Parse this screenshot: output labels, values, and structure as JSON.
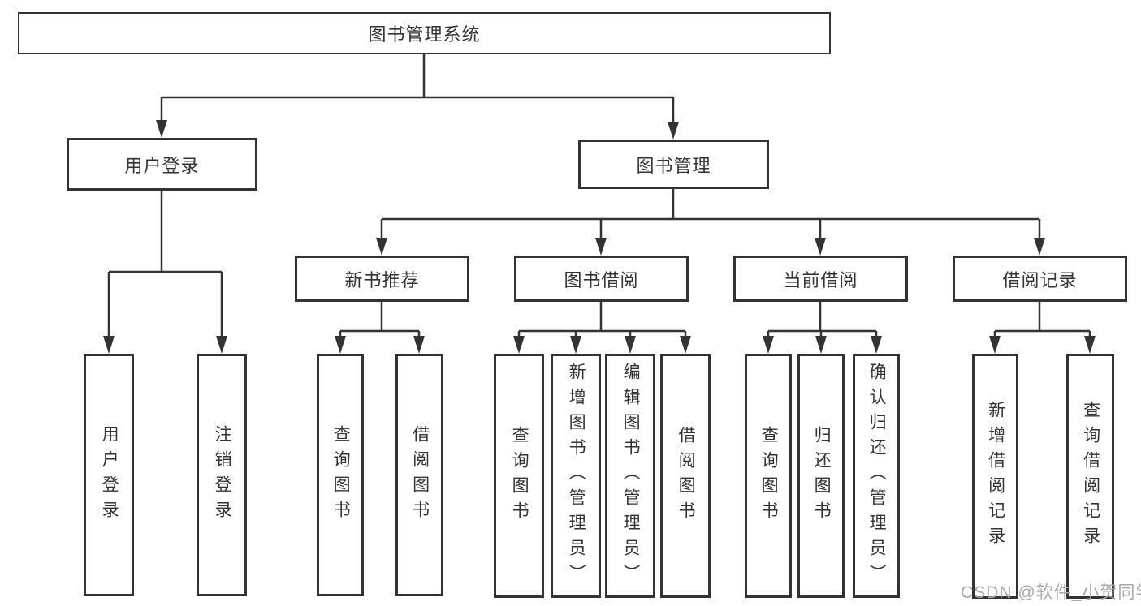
{
  "diagram": {
    "title": "图书管理系统",
    "type": "functional-structure-tree"
  },
  "tree": {
    "label": "图书管理系统",
    "children": [
      {
        "label": "用户登录",
        "children": [
          {
            "label": "用户登录"
          },
          {
            "label": "注销登录"
          }
        ]
      },
      {
        "label": "图书管理",
        "children": [
          {
            "label": "新书推荐",
            "children": [
              {
                "label": "查询图书"
              },
              {
                "label": "借阅图书"
              }
            ]
          },
          {
            "label": "图书借阅",
            "children": [
              {
                "label": "查询图书"
              },
              {
                "label": "新增图书（管理员）"
              },
              {
                "label": "编辑图书（管理员）"
              },
              {
                "label": "借阅图书"
              }
            ]
          },
          {
            "label": "当前借阅",
            "children": [
              {
                "label": "查询图书"
              },
              {
                "label": "归还图书"
              },
              {
                "label": "确认归还（管理员）"
              }
            ]
          },
          {
            "label": "借阅记录",
            "children": [
              {
                "label": "新增借阅记录"
              },
              {
                "label": "查询借阅记录"
              }
            ]
          }
        ]
      }
    ]
  },
  "watermark": "CSDN @软件_小贺同学",
  "colors": {
    "line": "#333333",
    "text": "#333333",
    "background": "#ffffff",
    "watermark": "#a8a8a8"
  }
}
